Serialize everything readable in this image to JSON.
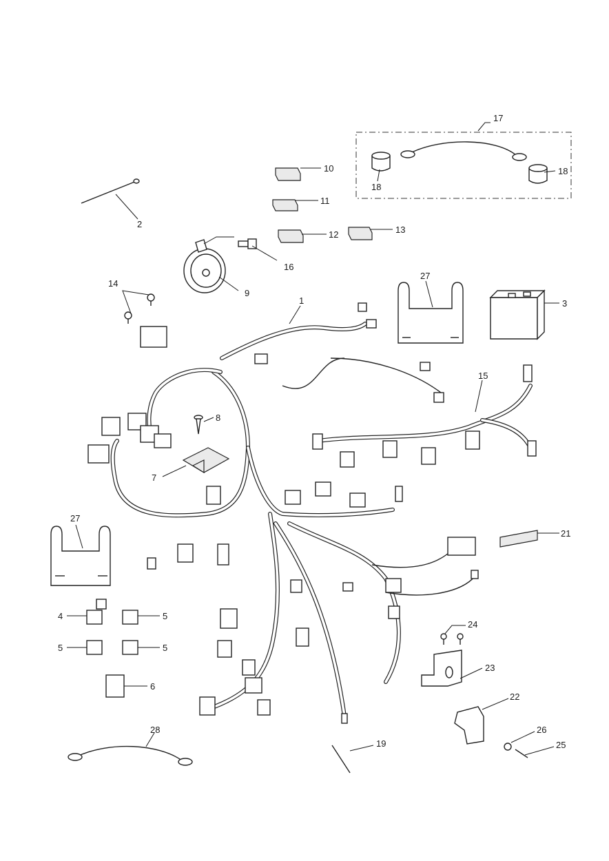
{
  "callouts": [
    {
      "id": "c1",
      "label": "1"
    },
    {
      "id": "c2",
      "label": "2"
    },
    {
      "id": "c3",
      "label": "3"
    },
    {
      "id": "c4",
      "label": "4"
    },
    {
      "id": "c5a",
      "label": "5"
    },
    {
      "id": "c5b",
      "label": "5"
    },
    {
      "id": "c5c",
      "label": "5"
    },
    {
      "id": "c6",
      "label": "6"
    },
    {
      "id": "c7",
      "label": "7"
    },
    {
      "id": "c8",
      "label": "8"
    },
    {
      "id": "c9",
      "label": "9"
    },
    {
      "id": "c10",
      "label": "10"
    },
    {
      "id": "c11",
      "label": "11"
    },
    {
      "id": "c12",
      "label": "12"
    },
    {
      "id": "c13",
      "label": "13"
    },
    {
      "id": "c14",
      "label": "14"
    },
    {
      "id": "c15",
      "label": "15"
    },
    {
      "id": "c16",
      "label": "16"
    },
    {
      "id": "c17",
      "label": "17"
    },
    {
      "id": "c18a",
      "label": "18"
    },
    {
      "id": "c18b",
      "label": "18"
    },
    {
      "id": "c19",
      "label": "19"
    },
    {
      "id": "c21",
      "label": "21"
    },
    {
      "id": "c22",
      "label": "22"
    },
    {
      "id": "c23",
      "label": "23"
    },
    {
      "id": "c24",
      "label": "24"
    },
    {
      "id": "c25",
      "label": "25"
    },
    {
      "id": "c26",
      "label": "26"
    },
    {
      "id": "c27a",
      "label": "27"
    },
    {
      "id": "c27b",
      "label": "27"
    },
    {
      "id": "c28",
      "label": "28"
    }
  ]
}
